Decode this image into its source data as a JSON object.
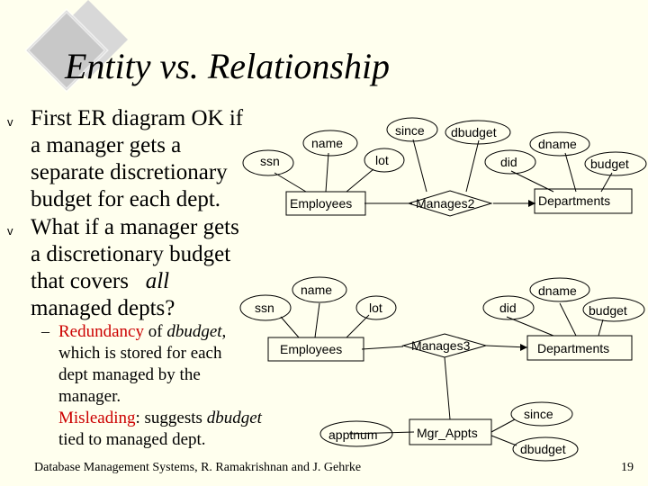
{
  "slide": {
    "title": "Entity vs. Relationship",
    "bullets": [
      {
        "marker": "v",
        "lines": [
          "First ER diagram OK if",
          "a manager gets a",
          "separate discretionary",
          "budget for each dept."
        ]
      },
      {
        "marker": "v",
        "lines": [
          "What if a manager gets",
          "a discretionary budget",
          "that covers",
          "all",
          "managed depts?"
        ]
      }
    ],
    "sub": {
      "marker": "–",
      "redundancy": "Redundancy",
      "of": " of ",
      "dbudget": "dbudget",
      "line1_tail": ",",
      "line2": "which is stored for each",
      "line3": "dept managed by the",
      "line4": "manager.",
      "misleading": "Misleading",
      "line5_tail": ": suggests ",
      "dbudget2": "dbudget",
      "line6": "tied to managed dept."
    },
    "footer": "Database Management Systems, R. Ramakrishnan and J. Gehrke",
    "page_number": "19"
  },
  "diagram1": {
    "entities": {
      "employees": "Employees",
      "departments": "Departments"
    },
    "relationship": "Manages2",
    "attributes": {
      "ssn": "ssn",
      "name": "name",
      "lot": "lot",
      "since": "since",
      "dbudget": "dbudget",
      "did": "did",
      "dname": "dname",
      "budget": "budget"
    }
  },
  "diagram2": {
    "entities": {
      "employees": "Employees",
      "departments": "Departments",
      "mgr_appts": "Mgr_Appts"
    },
    "relationship": "Manages3",
    "attributes": {
      "ssn": "ssn",
      "name": "name",
      "lot": "lot",
      "did": "did",
      "dname": "dname",
      "budget": "budget",
      "apptnum": "apptnum",
      "since": "since",
      "dbudget": "dbudget"
    }
  },
  "colors": {
    "background": "#FFFFEE",
    "accent_red": "#CC0000",
    "ink": "#000000"
  }
}
